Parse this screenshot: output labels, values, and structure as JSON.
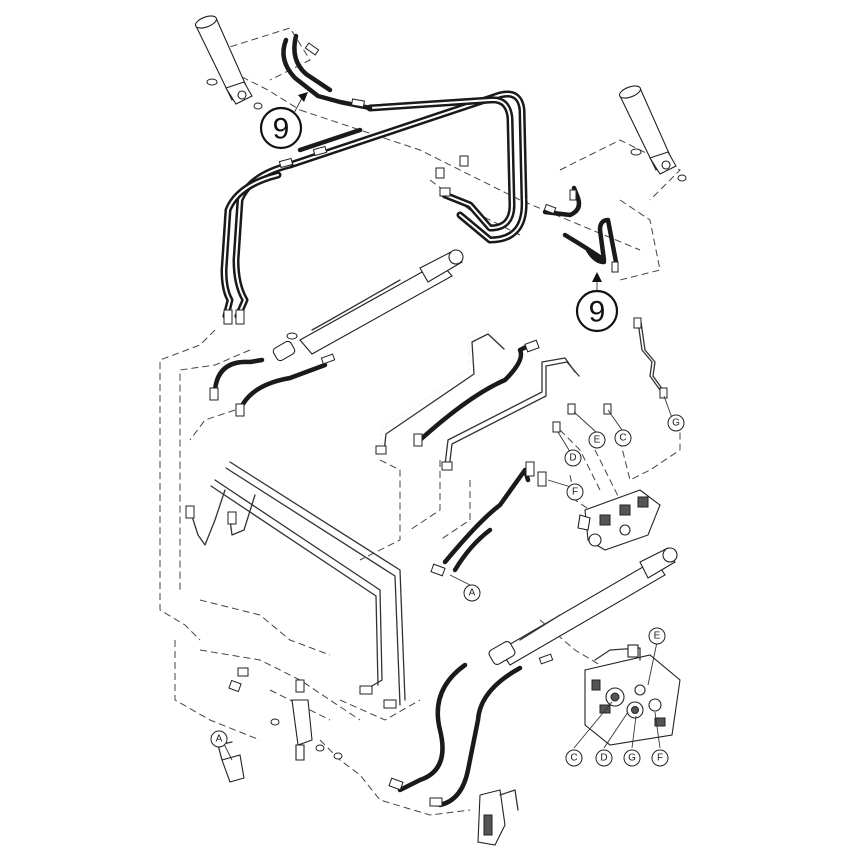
{
  "big_callouts": [
    {
      "id": "left-cylinder",
      "label": "9"
    },
    {
      "id": "right-cylinder",
      "label": "9"
    }
  ],
  "callouts": [
    {
      "id": "upper-c",
      "label": "C"
    },
    {
      "id": "upper-e",
      "label": "E"
    },
    {
      "id": "upper-d",
      "label": "D"
    },
    {
      "id": "upper-f",
      "label": "F"
    },
    {
      "id": "upper-g",
      "label": "G"
    },
    {
      "id": "mid-a",
      "label": "A"
    },
    {
      "id": "lower-a",
      "label": "A"
    },
    {
      "id": "valve-e",
      "label": "E"
    },
    {
      "id": "valve-c",
      "label": "C"
    },
    {
      "id": "valve-d",
      "label": "D"
    },
    {
      "id": "valve-g",
      "label": "G"
    },
    {
      "id": "valve-f",
      "label": "F"
    }
  ]
}
